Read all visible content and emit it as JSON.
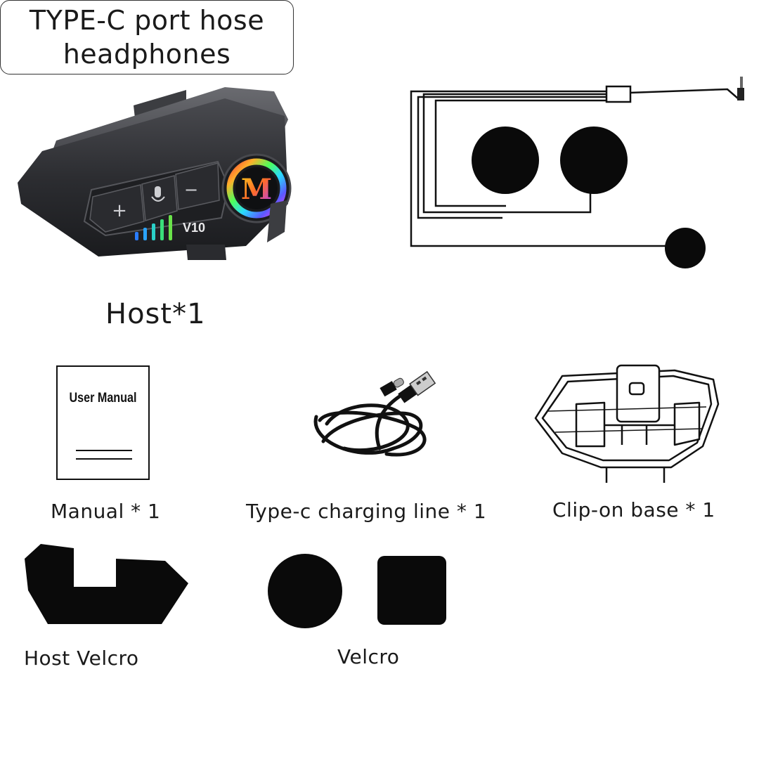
{
  "host": {
    "caption": "Host*1",
    "model_badge": "V10",
    "logo_letter": "M",
    "button_plus": "+",
    "button_minus": "−"
  },
  "headphones": {
    "caption_line1": "TYPE-C port hose",
    "caption_line2": "headphones"
  },
  "manual": {
    "title": "User Manual",
    "caption": "Manual * 1"
  },
  "cable": {
    "caption": "Type-c charging line * 1"
  },
  "clip_base": {
    "caption": "Clip-on base * 1"
  },
  "host_velcro": {
    "caption": "Host Velcro"
  },
  "velcro": {
    "caption": "Velcro"
  },
  "colors": {
    "device_body": "#2e2f33",
    "led_ring": "rainbow",
    "led_bars": "#3aa0ff"
  }
}
